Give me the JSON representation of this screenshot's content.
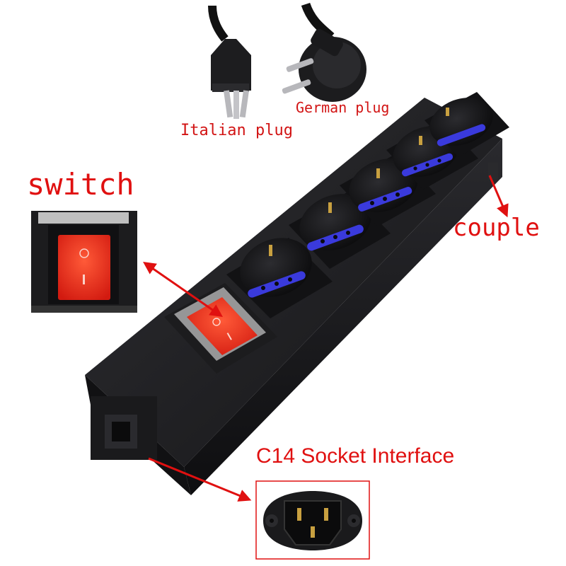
{
  "labels": {
    "italian_plug": "Italian plug",
    "german_plug": "German plug",
    "switch": "switch",
    "couple": "couple",
    "c14": "C14 Socket Interface"
  },
  "switch_marks": {
    "on": "I",
    "off": "O"
  },
  "colors": {
    "label_red": "#e01010",
    "body_black": "#1a1a1c",
    "socket_blue": "#3a3adc",
    "switch_red": "#f02818",
    "pin_brass": "#c8a040"
  }
}
